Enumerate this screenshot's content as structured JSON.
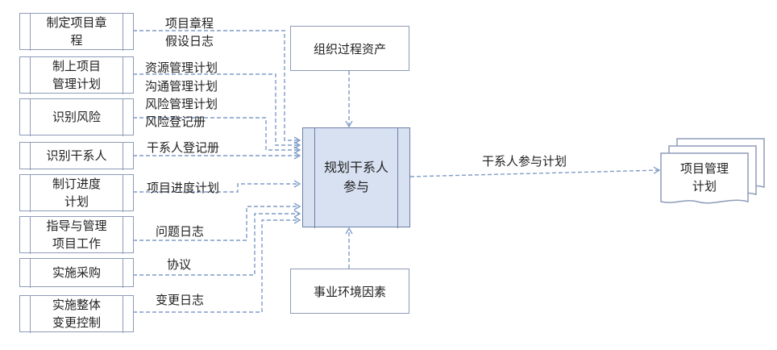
{
  "inputs": [
    {
      "line1": "制定项目章",
      "line2": "程"
    },
    {
      "line1": "制上项目",
      "line2": "管理计划"
    },
    {
      "line1": "识别风险",
      "line2": ""
    },
    {
      "line1": "识别干系人",
      "line2": ""
    },
    {
      "line1": "制订进度",
      "line2": "计划"
    },
    {
      "line1": "指导与管理",
      "line2": "项目工作"
    },
    {
      "line1": "实施采购",
      "line2": ""
    },
    {
      "line1": "实施整体",
      "line2": "变更控制"
    }
  ],
  "labels": [
    "项目章程",
    "假设日志",
    "资源管理计划",
    "沟通管理计划",
    "风险管理计划",
    "风险登记册",
    "干系人登记册",
    "项目进度计划",
    "问题日志",
    "协议",
    "变更日志"
  ],
  "top_box": "组织过程资产",
  "bottom_box": "事业环境因素",
  "main_box": {
    "line1": "规划干系人",
    "line2": "参与"
  },
  "output_label": "干系人参与计划",
  "output_doc": {
    "line1": "项目管理",
    "line2": "计划"
  },
  "colors": {
    "line": "#7f9cc8",
    "box_border": "#8d9bb8",
    "main_fill": "#d8e1f2"
  }
}
